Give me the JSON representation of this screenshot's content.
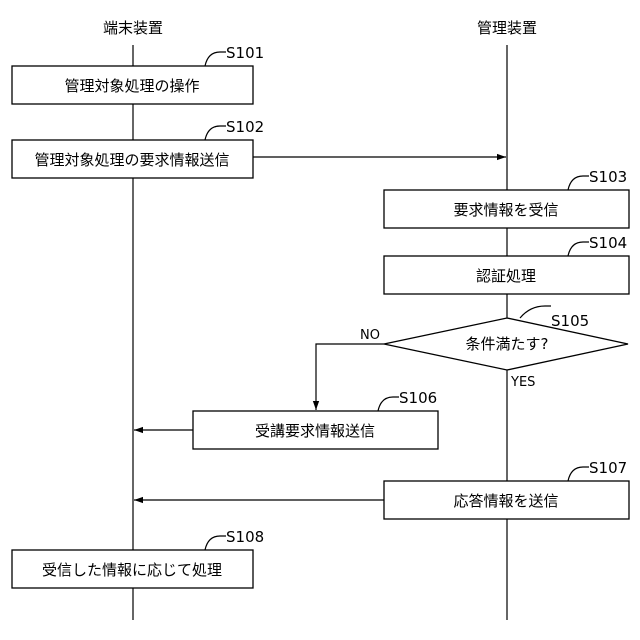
{
  "lanes": {
    "terminal": "端末装置",
    "manager": "管理装置"
  },
  "steps": {
    "s101": {
      "id": "S101",
      "label": "管理対象処理の操作"
    },
    "s102": {
      "id": "S102",
      "label": "管理対象処理の要求情報送信"
    },
    "s103": {
      "id": "S103",
      "label": "要求情報を受信"
    },
    "s104": {
      "id": "S104",
      "label": "認証処理"
    },
    "s105": {
      "id": "S105",
      "label": "条件満たす?"
    },
    "s106": {
      "id": "S106",
      "label": "受講要求情報送信"
    },
    "s107": {
      "id": "S107",
      "label": "応答情報を送信"
    },
    "s108": {
      "id": "S108",
      "label": "受信した情報に応じて処理"
    }
  },
  "branches": {
    "no": "NO",
    "yes": "YES"
  }
}
